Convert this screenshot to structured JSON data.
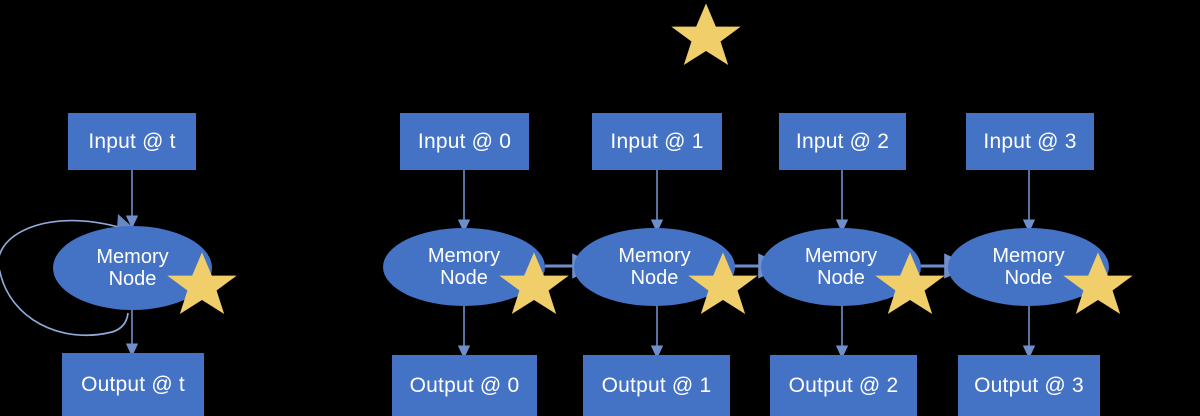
{
  "diagram": {
    "title_text": "",
    "background_color": "#000000",
    "node_color": "#4472C4",
    "star_color": "#F0CE69",
    "arrow_color": "#6A8AC4",
    "text_color": "#FFFFFF",
    "memory_node_label_line1": "Memory",
    "memory_node_label_line2": "Node",
    "folded": {
      "input_label": "Input @ t",
      "output_label": "Output @ t"
    },
    "unrolled": [
      {
        "input_label": "Input @ 0",
        "output_label": "Output @ 0"
      },
      {
        "input_label": "Input @ 1",
        "output_label": "Output @ 1"
      },
      {
        "input_label": "Input @ 2",
        "output_label": "Output @ 2"
      },
      {
        "input_label": "Input @ 3",
        "output_label": "Output @ 3"
      }
    ],
    "stars": {
      "top_marker": "star",
      "node_markers": [
        "star",
        "star",
        "star",
        "star",
        "star"
      ]
    }
  }
}
